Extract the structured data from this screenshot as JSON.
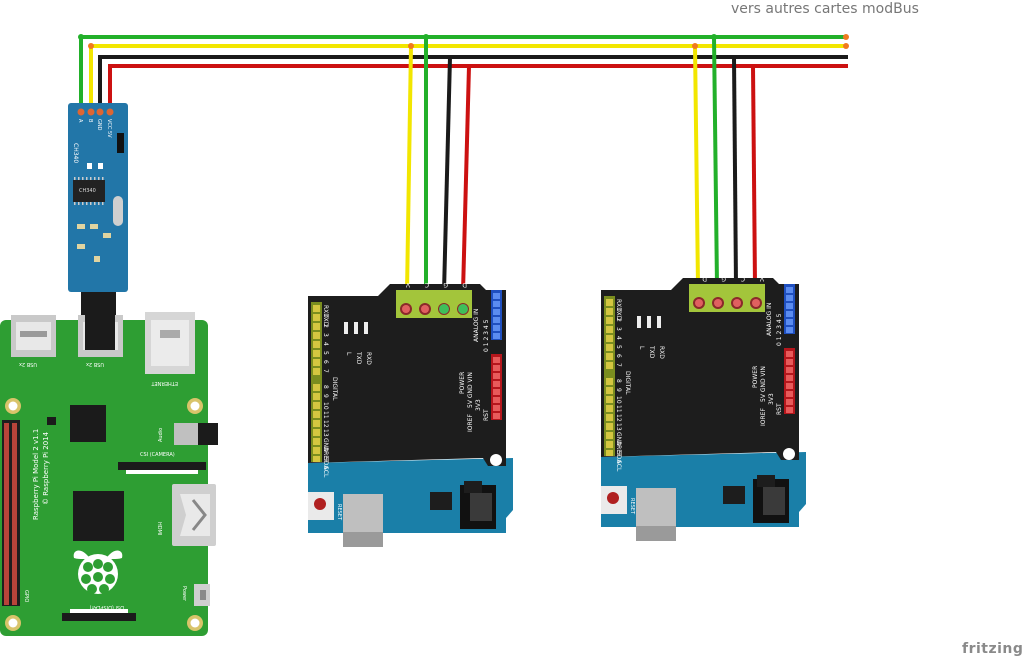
{
  "annotation": "vers autres cartes modBus",
  "watermark": "fritzing",
  "converter": {
    "pins": [
      "A",
      "B",
      "GND",
      "VCC 5V"
    ],
    "chip": "CH340",
    "side_label": "CH340"
  },
  "raspberry_pi": {
    "title": "Raspberry Pi Model 2 v1.1",
    "copyright": "© Raspberry Pi 2014",
    "usb1": "USB 2x",
    "usb2": "USB 2x",
    "ethernet": "ETHERNET",
    "audio": "Audio",
    "camera": "CSI (CAMERA)",
    "hdmi": "HDMI",
    "display": "DSI (DISPLAY)",
    "power": "Power",
    "gpio": "GPIO"
  },
  "shield": {
    "terminal": [
      "V",
      "C",
      "G",
      "D"
    ],
    "led_labels": [
      "L",
      "TXD",
      "RXD"
    ],
    "digital_pins": [
      "RXD",
      "TXD",
      "2",
      "3",
      "4",
      "5",
      "6",
      "7",
      "8",
      "9",
      "10",
      "11",
      "12",
      "13",
      "GND",
      "AREF",
      "SDA",
      "SCL"
    ],
    "digital_label": "DIGITAL",
    "analog_label": "ANALOG IN",
    "analog_numbers": "0 1 2 3 4 5",
    "power_label": "POWER",
    "power_pins": "5V GND VIN",
    "power_pins2": "3V3",
    "rst": "RST",
    "ioref": "IOREF",
    "reset": "RESET"
  },
  "colors": {
    "wire_green": "#22b02a",
    "wire_yellow": "#f2e600",
    "wire_black": "#1a1a1a",
    "wire_red": "#cc1111",
    "pcb_green": "#2e9e33",
    "pcb_black": "#1d1d1d",
    "arduino_blue": "#1a7fa8",
    "converter_blue": "#2276a8"
  }
}
